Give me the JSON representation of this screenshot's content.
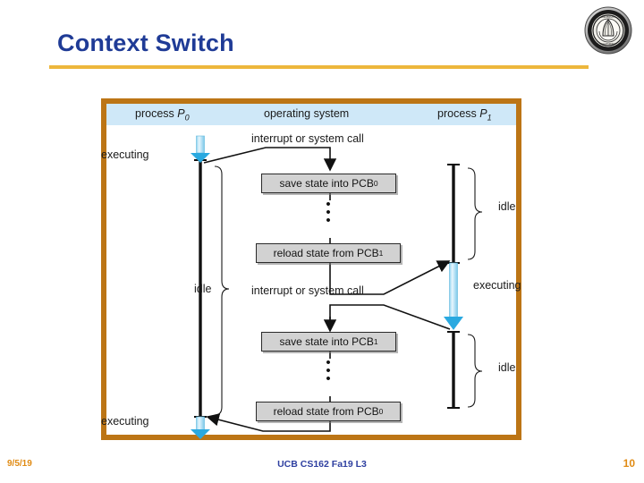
{
  "slide": {
    "title": "Context Switch",
    "accent_rule_color": "#edb73c",
    "title_color": "#1f3b96",
    "logo_name": "uc-berkeley-seal"
  },
  "figure": {
    "border_color": "#bc7515",
    "header_band_color": "#cfe8f8",
    "columns": [
      {
        "label": "process",
        "symbol": "P",
        "subscript": "0",
        "full": "process P0"
      },
      {
        "label": "operating system",
        "symbol": "",
        "subscript": "",
        "full": "operating system"
      },
      {
        "label": "process",
        "symbol": "P",
        "subscript": "1",
        "full": "process P1"
      }
    ],
    "events": [
      {
        "id": "interrupt-1",
        "text": "interrupt or system call"
      },
      {
        "id": "interrupt-2",
        "text": "interrupt or system call"
      }
    ],
    "os_boxes": [
      {
        "id": "save-state-pcb0",
        "prefix": "save state into PCB",
        "subscript": "0"
      },
      {
        "id": "reload-state-pcb1",
        "prefix": "reload state from PCB",
        "subscript": "1"
      },
      {
        "id": "save-state-pcb1",
        "prefix": "save state into PCB",
        "subscript": "1"
      },
      {
        "id": "reload-state-pcb0",
        "prefix": "reload state from PCB",
        "subscript": "0"
      }
    ],
    "state_labels": {
      "p0_executing_top": "executing",
      "p0_idle": "idle",
      "p0_executing_bottom": "executing",
      "p1_idle_top": "idle",
      "p1_executing": "executing",
      "p1_idle_bottom": "idle"
    },
    "ellipsis": "•",
    "arrow_color_light": "#cfeaf8",
    "arrow_color_dark": "#29abe2",
    "box_fill": "#d2d2d2"
  },
  "footer": {
    "date": "9/5/19",
    "center": "UCB CS162 Fa19 L3",
    "page": "10",
    "date_color": "#e08b14",
    "center_color": "#2e3fa0"
  }
}
